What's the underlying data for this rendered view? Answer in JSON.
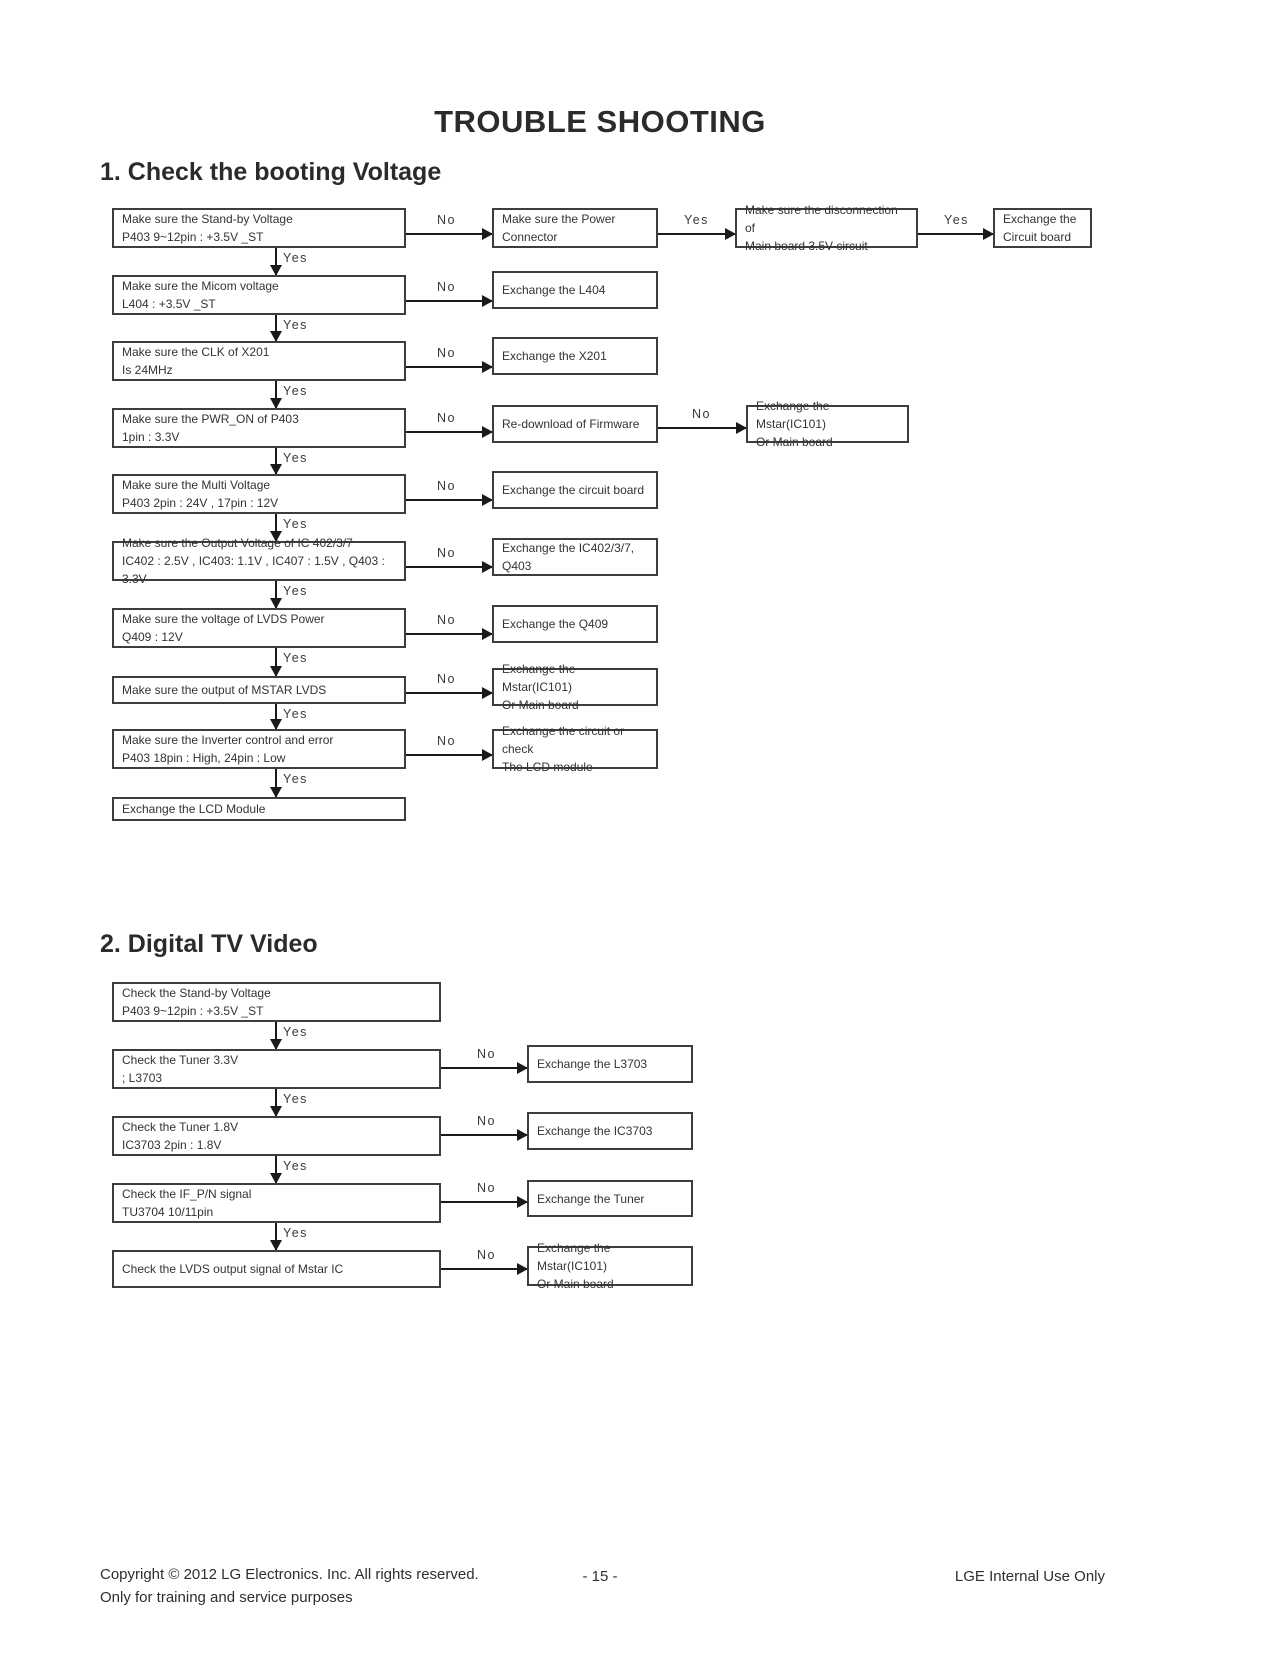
{
  "title": "TROUBLE SHOOTING",
  "labels": {
    "yes": "Yes",
    "no": "No"
  },
  "section1": {
    "heading": "1. Check the booting Voltage",
    "checks": [
      {
        "l1": "Make sure the Stand-by Voltage",
        "l2": "P403 9~12pin : +3.5V _ST"
      },
      {
        "l1": "Make sure the Micom voltage",
        "l2": "L404 : +3.5V _ST"
      },
      {
        "l1": "Make sure the CLK of X201",
        "l2": "Is 24MHz"
      },
      {
        "l1": "Make sure the PWR_ON of P403",
        "l2": "1pin : 3.3V"
      },
      {
        "l1": "Make sure the Multi Voltage",
        "l2": "P403 2pin : 24V , 17pin : 12V"
      },
      {
        "l1": "Make sure the Output Voltage of IC 402/3/7",
        "l2": "IC402 : 2.5V , IC403: 1.1V , IC407 : 1.5V , Q403 : 3.3V"
      },
      {
        "l1": "Make sure the voltage of LVDS Power",
        "l2": "Q409 : 12V"
      },
      {
        "l1": "Make sure the output of MSTAR LVDS"
      },
      {
        "l1": "Make sure the Inverter control and error",
        "l2": "P403 18pin : High, 24pin : Low"
      },
      {
        "l1": "Exchange the LCD Module"
      }
    ],
    "actions": [
      {
        "l1": "Make sure the Power",
        "l2": "Connector"
      },
      {
        "l1": "Exchange the L404"
      },
      {
        "l1": "Exchange the X201"
      },
      {
        "l1": "Re-download of Firmware"
      },
      {
        "l1": "Exchange the circuit board"
      },
      {
        "l1": "Exchange the IC402/3/7,",
        "l2": "Q403"
      },
      {
        "l1": "Exchange the Q409"
      },
      {
        "l1": "Exchange the Mstar(IC101)",
        "l2": "Or Main board"
      },
      {
        "l1": "Exchange the circuit or check",
        "l2": "The LCD module"
      }
    ],
    "row1_disconnect": {
      "l1": "Make sure the disconnection of",
      "l2": "Main board 3.5V  circuit"
    },
    "row1_exchange": {
      "l1": "Exchange the",
      "l2": "Circuit board"
    },
    "row4_exchange": {
      "l1": "Exchange the Mstar(IC101)",
      "l2": "Or Main board"
    }
  },
  "section2": {
    "heading": "2. Digital TV Video",
    "checks": [
      {
        "l1": "Check the Stand-by Voltage",
        "l2": "P403 9~12pin : +3.5V _ST"
      },
      {
        "l1": "Check the Tuner 3.3V",
        "l2": "; L3703"
      },
      {
        "l1": "Check the Tuner 1.8V",
        "l2": "IC3703 2pin : 1.8V"
      },
      {
        "l1": "Check the IF_P/N signal",
        "l2": "TU3704 10/11pin"
      },
      {
        "l1": "Check the LVDS output signal of Mstar IC"
      }
    ],
    "actions": [
      {
        "l1": "Exchange the L3703"
      },
      {
        "l1": "Exchange the IC3703"
      },
      {
        "l1": "Exchange the Tuner"
      },
      {
        "l1": "Exchange the Mstar(IC101)",
        "l2": "Or Main board"
      }
    ]
  },
  "footer": {
    "copyright_line1": "Copyright  © 2012  LG Electronics. Inc. All rights reserved.",
    "copyright_line2": "Only for training and service purposes",
    "page_number": "- 15 -",
    "right_note": "LGE Internal Use Only"
  }
}
